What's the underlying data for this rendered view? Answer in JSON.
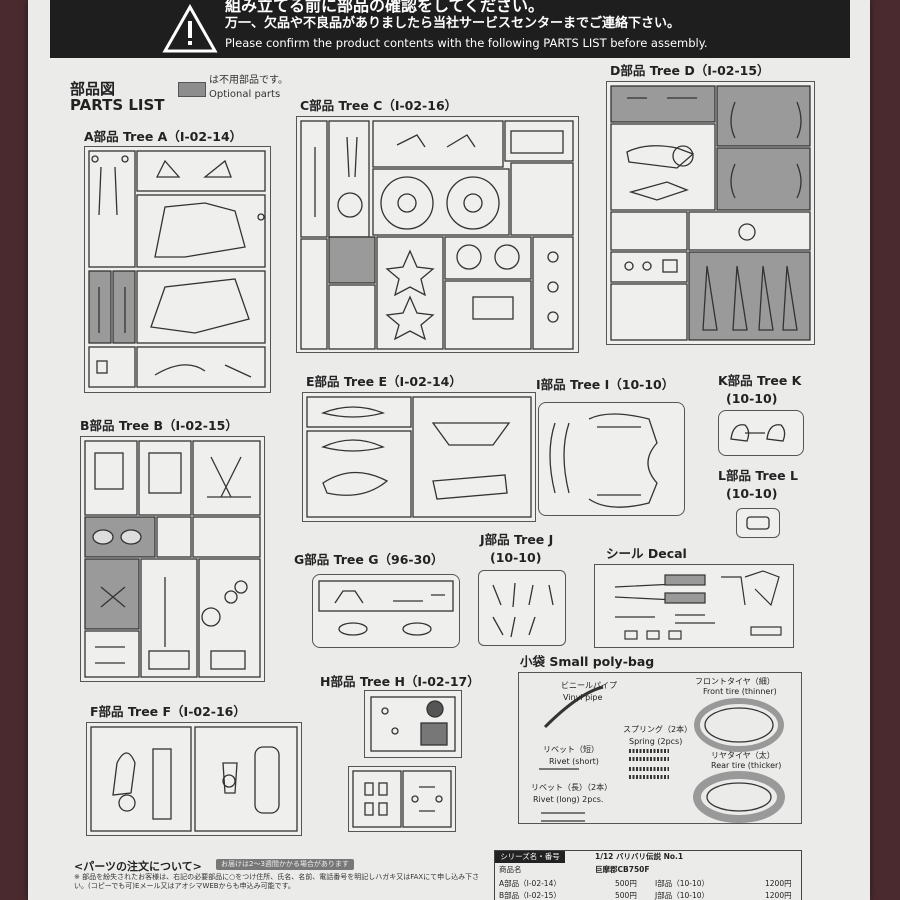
{
  "banner": {
    "line1": "組み立てる前に部品の確認をしてください。",
    "line2": "万一、欠品や不良品がありましたら当社サービスセンターまでご連絡下さい。",
    "line3": "Please confirm the product contents with the following PARTS LIST before assembly."
  },
  "header": {
    "title_ja": "部品図",
    "title_en": "PARTS LIST",
    "legend_ja": "は不用部品です。",
    "legend_en": "Optional parts"
  },
  "trees": {
    "a": "A部品 Tree A（I-02-14）",
    "b": "B部品 Tree B（I-02-15）",
    "c": "C部品 Tree C（I-02-16）",
    "d": "D部品 Tree D（I-02-15）",
    "e": "E部品 Tree E（I-02-14）",
    "f": "F部品 Tree F（I-02-16）",
    "g": "G部品 Tree G（96-30）",
    "h": "H部品 Tree H（I-02-17）",
    "i": "I部品 Tree I（10-10）",
    "j1": "J部品 Tree J",
    "j2": "(10-10)",
    "k1": "K部品 Tree K",
    "k2": "(10-10)",
    "l1": "L部品 Tree L",
    "l2": "(10-10)",
    "decal": "シール Decal",
    "polybag": "小袋 Small poly-bag"
  },
  "polybag": {
    "vinyl_ja": "ビニールパイプ",
    "vinyl_en": "Vinyl pipe",
    "front_ja": "フロントタイヤ（細）",
    "front_en": "Front tire (thinner)",
    "spring_ja": "スプリング（2本）",
    "spring_en": "Spring (2pcs)",
    "rivet_s_ja": "リベット（短）",
    "rivet_s_en": "Rivet (short)",
    "rear_ja": "リヤタイヤ（太）",
    "rear_en": "Rear tire (thicker)",
    "rivet_l_ja": "リベット（長）（2本）",
    "rivet_l_en": "Rivet (long) 2pcs."
  },
  "order": {
    "title": "<パーツの注文について>",
    "pill": "お届けは2～3週間かかる場合があります",
    "text": "※ 部品を紛失されたお客様は、右記の必要部品に○をつけ住所、氏名、名前、電話番号を明記しハガキ又はFAXにて申し込み下さい。(コピーでも可)Eメール又はアオシマWEBからも申込み可能です。"
  },
  "series_table": {
    "label": "シリーズ名・番号",
    "series": "1/12 バリバリ伝説 No.1",
    "product_label": "商品名",
    "product": "巨摩郡CB750F",
    "row1_name": "A部品（I-02-14）",
    "row1_price": "500円",
    "row1_name2": "I部品（10-10）",
    "row1_price2": "1200円",
    "row2_name": "B部品（I-02-15）",
    "row2_price": "500円",
    "row2_name2": "J部品（10-10）",
    "row2_price2": "1200円"
  }
}
